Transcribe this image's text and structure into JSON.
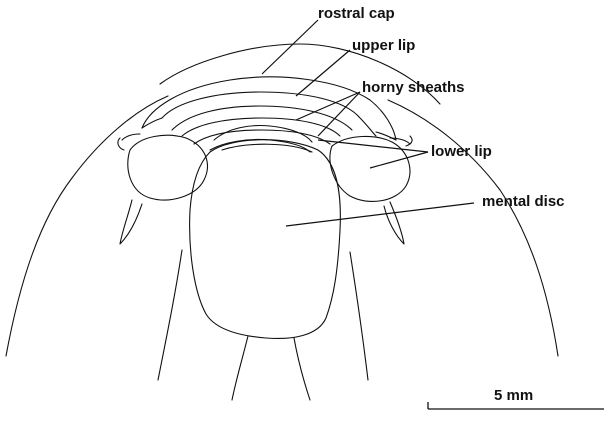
{
  "labels": {
    "rostral_cap": "rostral cap",
    "upper_lip": "upper lip",
    "horny_sheaths": "horny sheaths",
    "lower_lip": "lower lip",
    "mental_disc": "mental disc"
  },
  "scale_bar": {
    "label": "5 mm"
  }
}
